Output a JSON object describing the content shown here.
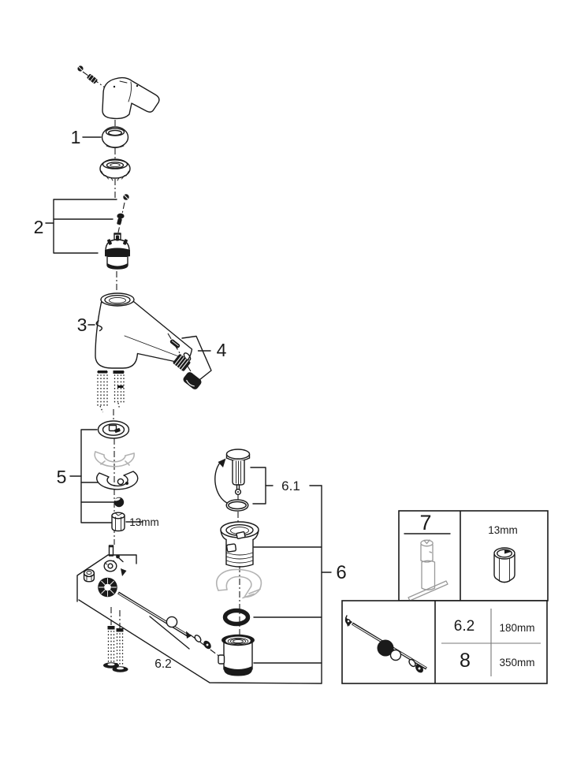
{
  "diagram": {
    "background_color": "#ffffff",
    "line_color": "#1a1a1a",
    "phantom_color": "#b3b3b3",
    "callouts": {
      "part1": "1",
      "part2": "2",
      "part3": "3",
      "part4": "4",
      "part5": "5",
      "part6": "6",
      "part6_1": "6.1",
      "part6_2": "6.2",
      "nut_size": "13mm"
    },
    "tool_box": {
      "part_number": "7",
      "wrench_size": "13mm"
    },
    "length_table": {
      "rows": [
        {
          "part_number": "6.2",
          "length": "180mm"
        },
        {
          "part_number": "8",
          "length": "350mm"
        }
      ]
    }
  }
}
